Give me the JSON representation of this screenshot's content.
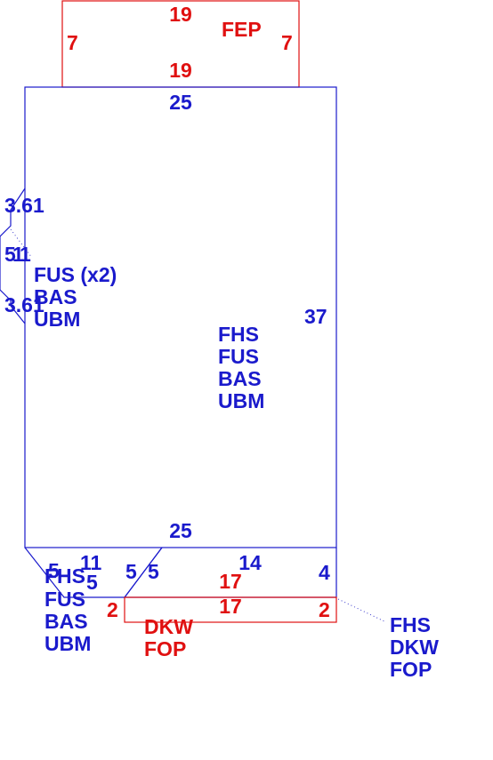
{
  "colors": {
    "blue": "#1a1acc",
    "red": "#e01010"
  },
  "fep_piece": {
    "label": "FEP",
    "top": "19",
    "bottom": "19",
    "left": "7",
    "right": "7"
  },
  "main_panel": {
    "top": "25",
    "bottom": "25",
    "right": "37",
    "labels": [
      "FHS",
      "FUS",
      "BAS",
      "UBM"
    ]
  },
  "left_piece": {
    "top_dim": "3.61",
    "mid_dim_a": "5",
    "mid_dim_b": "1",
    "mid_dim_c": "1",
    "bottom_dim": "3.61",
    "labels": [
      "FUS (x2)",
      "BAS",
      "UBM"
    ]
  },
  "lower_left_piece": {
    "dims": [
      "5",
      "11",
      "5",
      "5",
      "5"
    ],
    "labels": [
      "FHS",
      "FUS",
      "BAS",
      "UBM"
    ]
  },
  "lower_right_piece": {
    "top": "14",
    "right": "4"
  },
  "red_strip": {
    "top": "17",
    "bottom": "17",
    "left": "2",
    "right": "2",
    "labels": [
      "DKW",
      "FOP"
    ]
  },
  "callout": {
    "labels": [
      "FHS",
      "DKW",
      "FOP"
    ]
  }
}
